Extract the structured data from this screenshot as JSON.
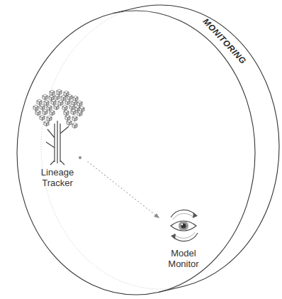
{
  "diagram": {
    "nodes": [
      {
        "text": [
          "MONITORING"
        ]
      },
      {
        "text": [
          "Lineage Tracker"
        ],
        "in": 0
      },
      {
        "text": [
          "Model Monitor"
        ],
        "in": 0
      }
    ],
    "edges": [
      {
        "from": 1,
        "to": 2,
        "arrow": "to"
      }
    ]
  }
}
